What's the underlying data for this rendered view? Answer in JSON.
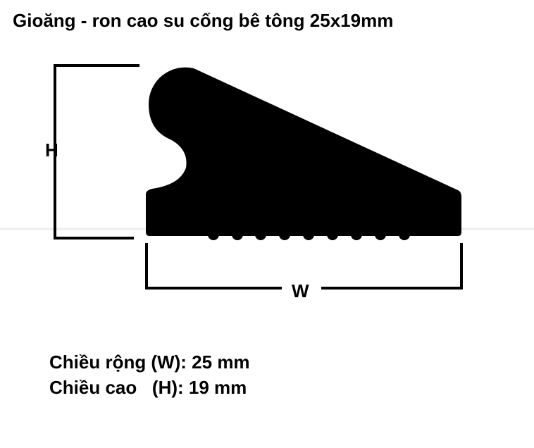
{
  "title": "Gioăng - ron cao su cống bê tông 25x19mm",
  "diagram": {
    "height_label": "H",
    "width_label": "W"
  },
  "specs": [
    {
      "text": "Chiều rộng (W): 25 mm"
    },
    {
      "text": "Chiều cao   (H): 19 mm"
    }
  ]
}
